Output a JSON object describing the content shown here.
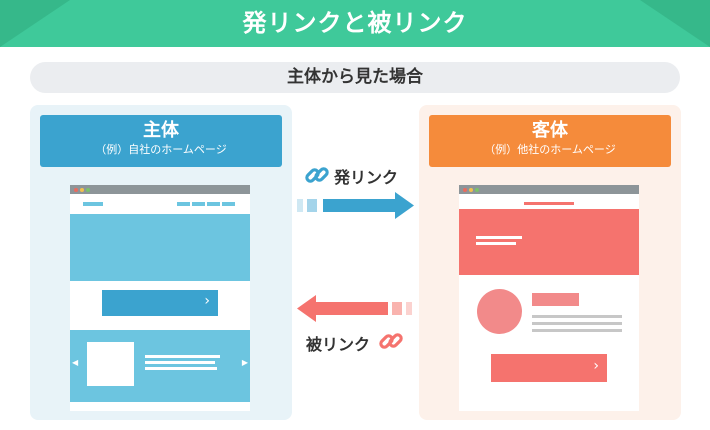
{
  "header": {
    "title": "発リンクと被リンク"
  },
  "subheader": {
    "title": "主体から見た場合"
  },
  "left_panel": {
    "title": "主体",
    "subtitle": "（例）自社のホームページ"
  },
  "right_panel": {
    "title": "客体",
    "subtitle": "（例）他社のホームページ"
  },
  "arrows": {
    "outgoing_label": "発リンク",
    "incoming_label": "被リンク"
  },
  "icons": {
    "mock_button_chevron": "›",
    "carousel_prev": "◀",
    "carousel_next": "▶",
    "link": "link-icon"
  },
  "colors": {
    "green": "#3fc99a",
    "blue": "#3ba3cf",
    "light_blue": "#6cc5e0",
    "orange": "#f58b3b",
    "salmon": "#f5736e",
    "pink": "#f28a8a"
  }
}
